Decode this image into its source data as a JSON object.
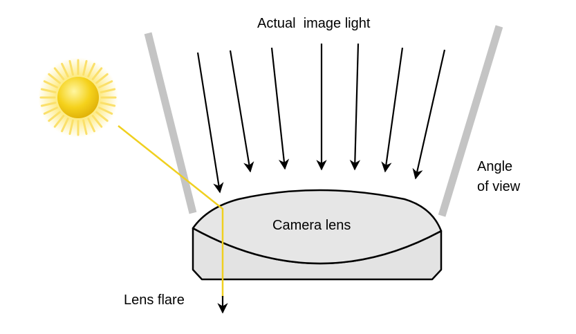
{
  "labels": {
    "image_light": "Actual  image light",
    "angle_of_view_line1": "Angle",
    "angle_of_view_line2": "of view",
    "camera_lens": "Camera lens",
    "lens_flare": "Lens flare"
  },
  "colors": {
    "background": "#ffffff",
    "angle_bars": "#c4c4c4",
    "lens_fill": "#e6e6e6",
    "lens_stroke": "#000000",
    "arrows": "#000000",
    "flare_ray": "#f0d020",
    "sun_core": "#f6d21a",
    "sun_rays": "#fbe97a"
  },
  "icons": {
    "sun": "sun-icon"
  }
}
